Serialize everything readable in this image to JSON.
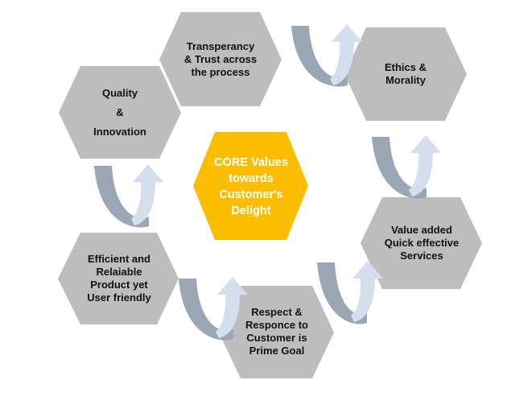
{
  "colors": {
    "hex_gray": "#bdbdbd",
    "hex_core": "#fbbd00",
    "arrow_dark": "#9ba6b4",
    "arrow_light": "#d5deed"
  },
  "center": {
    "lines": [
      "CORE Values",
      "towards",
      "Customer's",
      "Delight"
    ]
  },
  "values": [
    {
      "id": "transparency",
      "lines": [
        "Transperancy",
        "& Trust across",
        "the process"
      ]
    },
    {
      "id": "ethics",
      "lines": [
        "Ethics &",
        "Morality"
      ]
    },
    {
      "id": "quality",
      "lines": [
        "Quality",
        "&",
        "Innovation"
      ]
    },
    {
      "id": "value-added",
      "lines": [
        "Value added",
        "Quick effective",
        "Services"
      ]
    },
    {
      "id": "efficient",
      "lines": [
        "Efficient and",
        "Relaiable",
        "Product yet",
        "User friendly"
      ]
    },
    {
      "id": "respect",
      "lines": [
        "Respect &",
        "Responce to",
        "Customer is",
        "Prime Goal"
      ]
    }
  ]
}
